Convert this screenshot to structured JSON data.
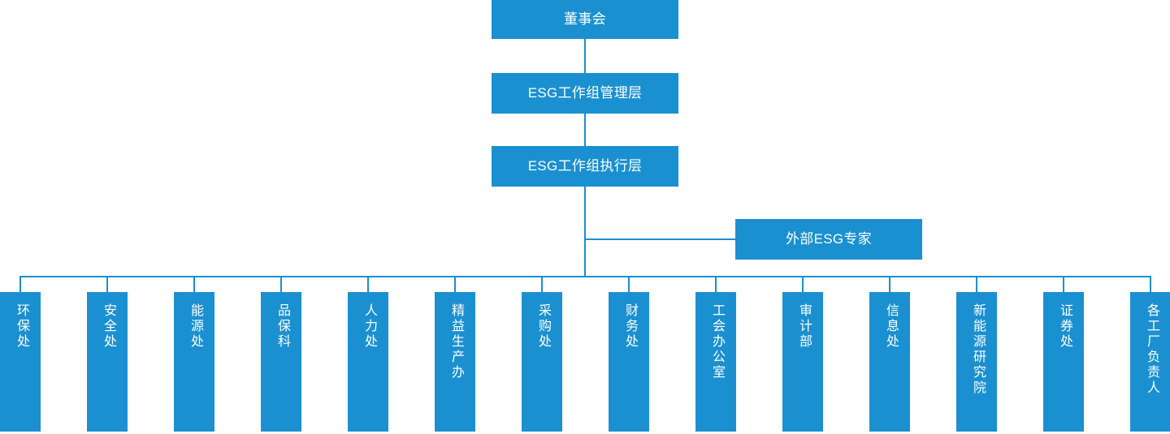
{
  "theme": {
    "box_fill": "#1b90d0",
    "line_color": "#1b90d0",
    "text_color": "#ffffff",
    "background": "#ffffff"
  },
  "diagram": {
    "type": "org-chart",
    "orientation": "top-down",
    "levels": 4
  },
  "nodes": {
    "board": {
      "label": "董事会",
      "level": 1
    },
    "management_layer": {
      "label": "ESG工作组管理层",
      "level": 2
    },
    "execution_layer": {
      "label": "ESG工作组执行层",
      "level": 3
    },
    "external_expert": {
      "label": "外部ESG专家",
      "level": 3.5
    }
  },
  "departments": [
    {
      "label": "环保处"
    },
    {
      "label": "安全处"
    },
    {
      "label": "能源处"
    },
    {
      "label": "品保科"
    },
    {
      "label": "人力处"
    },
    {
      "label": "精益生产办"
    },
    {
      "label": "采购处"
    },
    {
      "label": "财务处"
    },
    {
      "label": "工会办公室"
    },
    {
      "label": "审计部"
    },
    {
      "label": "信息处"
    },
    {
      "label": "新能源研究院"
    },
    {
      "label": "证券处"
    },
    {
      "label": "各工厂负责人"
    }
  ]
}
